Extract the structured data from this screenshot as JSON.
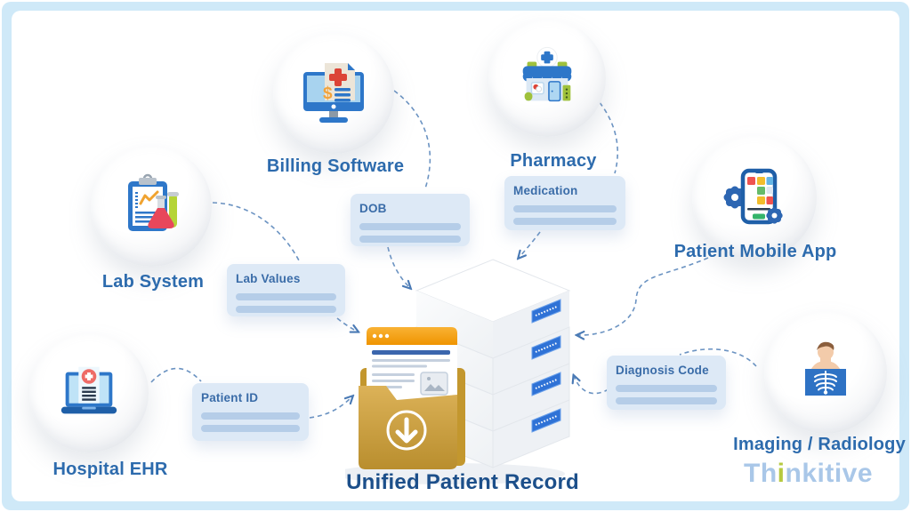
{
  "diagram": {
    "nodes": [
      {
        "label": "Billing Software",
        "icon": "billing-software-icon"
      },
      {
        "label": "Pharmacy",
        "icon": "pharmacy-store-icon"
      },
      {
        "label": "Patient Mobile App",
        "icon": "patient-mobile-app-icon"
      },
      {
        "label": "Lab System",
        "icon": "lab-system-icon"
      },
      {
        "label": "Hospital EHR",
        "icon": "hospital-ehr-icon"
      },
      {
        "label": "Imaging / Radiology",
        "icon": "imaging-radiology-icon"
      }
    ],
    "data_tags": [
      {
        "label": "DOB"
      },
      {
        "label": "Medication"
      },
      {
        "label": "Lab Values"
      },
      {
        "label": "Patient ID"
      },
      {
        "label": "Diagnosis Code"
      }
    ],
    "center": {
      "caption": "Unified Patient Record",
      "icon": "server-stack-download-folder-icon"
    }
  },
  "brand": {
    "full": "Thinkitive",
    "prefix": "Th",
    "accent_letter": "i",
    "suffix": "nkitive",
    "text_color": "#a9c7e8",
    "accent_color": "#b6c93f"
  },
  "colors": {
    "frame": "#cfe9f8",
    "canvas": "#ffffff",
    "node_label": "#2d6bad",
    "tag_background": "#dde9f6",
    "tag_bar": "#b5cde8",
    "connector": "#6b93c2",
    "title": "#1c4f8a",
    "primary_blue": "#2e77c9",
    "folder_gold": "#cda243",
    "browser_header_orange": "#f6a41f"
  }
}
